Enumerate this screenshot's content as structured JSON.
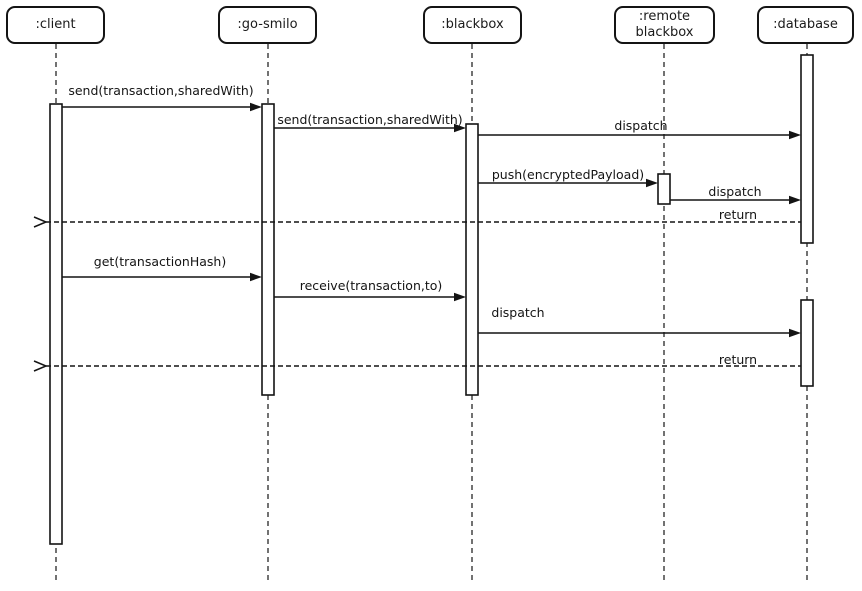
{
  "diagram": {
    "type": "uml-sequence-diagram",
    "colors": {
      "background": "#ffffff",
      "line": "#141414",
      "text": "#1a1a1a",
      "box_fill": "#ffffff"
    },
    "participants": [
      {
        "id": "client",
        "label": ":client"
      },
      {
        "id": "go-smilo",
        "label": ":go-smilo"
      },
      {
        "id": "blackbox",
        "label": ":blackbox"
      },
      {
        "id": "remote-blackbox",
        "label": ":remote\nblackbox"
      },
      {
        "id": "database",
        "label": ":database"
      }
    ],
    "messages": [
      {
        "from": ":client",
        "to": ":go-smilo",
        "label": "send(transaction,sharedWith)",
        "style": "solid-filled-arrow"
      },
      {
        "from": ":go-smilo",
        "to": ":blackbox",
        "label": "send(transaction,sharedWith)",
        "style": "solid-filled-arrow"
      },
      {
        "from": ":blackbox",
        "to": ":database",
        "label": "dispatch",
        "style": "solid-filled-arrow"
      },
      {
        "from": ":blackbox",
        "to": ":remote blackbox",
        "label": "push(encryptedPayload)",
        "style": "solid-filled-arrow"
      },
      {
        "from": ":remote blackbox",
        "to": ":database",
        "label": "dispatch",
        "style": "solid-filled-arrow"
      },
      {
        "from": ":database",
        "to": ":client",
        "label": "return",
        "style": "dashed-open-arrow"
      },
      {
        "from": ":client",
        "to": ":go-smilo",
        "label": "get(transactionHash)",
        "style": "solid-filled-arrow"
      },
      {
        "from": ":go-smilo",
        "to": ":blackbox",
        "label": "receive(transaction,to)",
        "style": "solid-filled-arrow"
      },
      {
        "from": ":blackbox",
        "to": ":database",
        "label": "dispatch",
        "style": "solid-filled-arrow"
      },
      {
        "from": ":database",
        "to": ":client",
        "label": "return",
        "style": "dashed-open-arrow"
      }
    ]
  }
}
